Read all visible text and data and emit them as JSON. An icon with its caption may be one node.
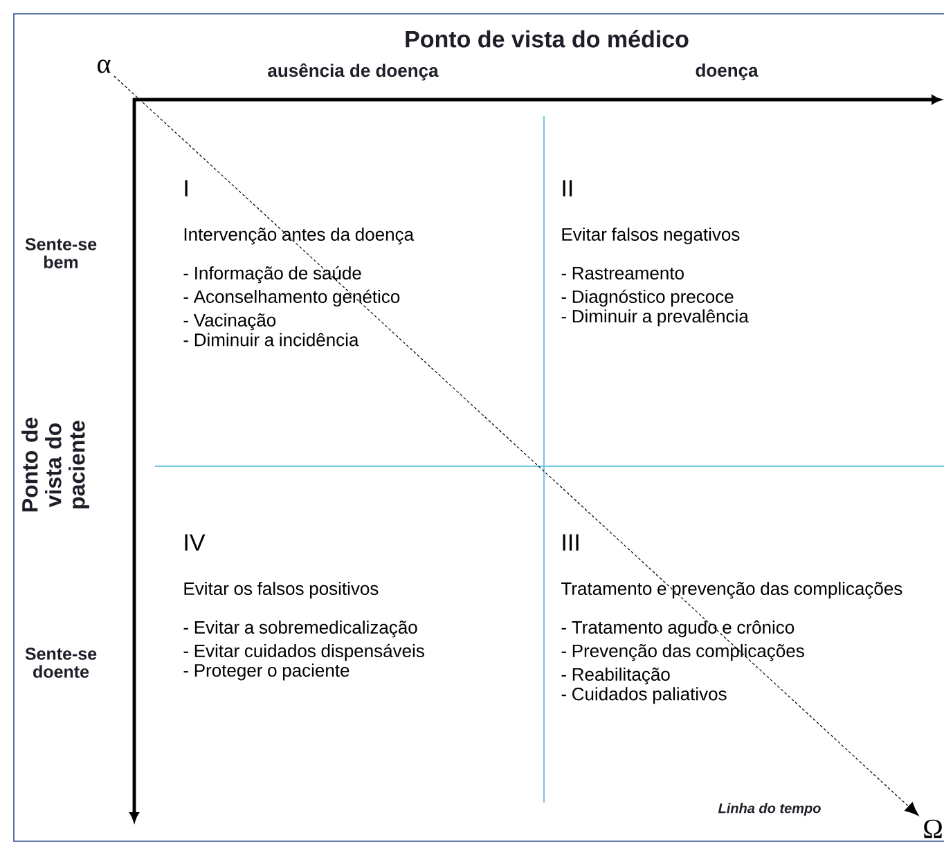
{
  "diagram": {
    "title": "Ponto de vista do médico",
    "nodes": [
      {
        "text": [
          "α"
        ]
      },
      {
        "text": [
          "Ω"
        ]
      },
      {
        "text": [
          "I",
          "Intervenção antes da doença",
          "- Informação de saúde",
          "- Aconselhamento genético",
          "- Vacinação",
          "- Diminuir a incidência"
        ]
      },
      {
        "text": [
          "II",
          "Evitar falsos negativos",
          "- Rastreamento",
          "- Diagnóstico precoce",
          "- Diminuir a prevalência"
        ]
      },
      {
        "text": [
          "IV",
          "Evitar os falsos positivos",
          "- Evitar a sobremedicalização",
          "- Evitar cuidados dispensáveis",
          "- Proteger o paciente"
        ]
      },
      {
        "text": [
          "III",
          "Tratamento e prevenção das complicações",
          "- Tratamento agudo e crônico",
          "- Prevenção das complicações",
          "- Reabilitação",
          "- Cuidados paliativos"
        ]
      }
    ],
    "edges": [
      {
        "from": 0,
        "to": 1,
        "arrow": "to",
        "style": "dashed"
      }
    ],
    "labels": [
      "ausência de doença",
      "doença",
      "Sente-se bem",
      "Ponto de vista do paciente",
      "Sente-se doente",
      "Linha do tempo"
    ]
  }
}
